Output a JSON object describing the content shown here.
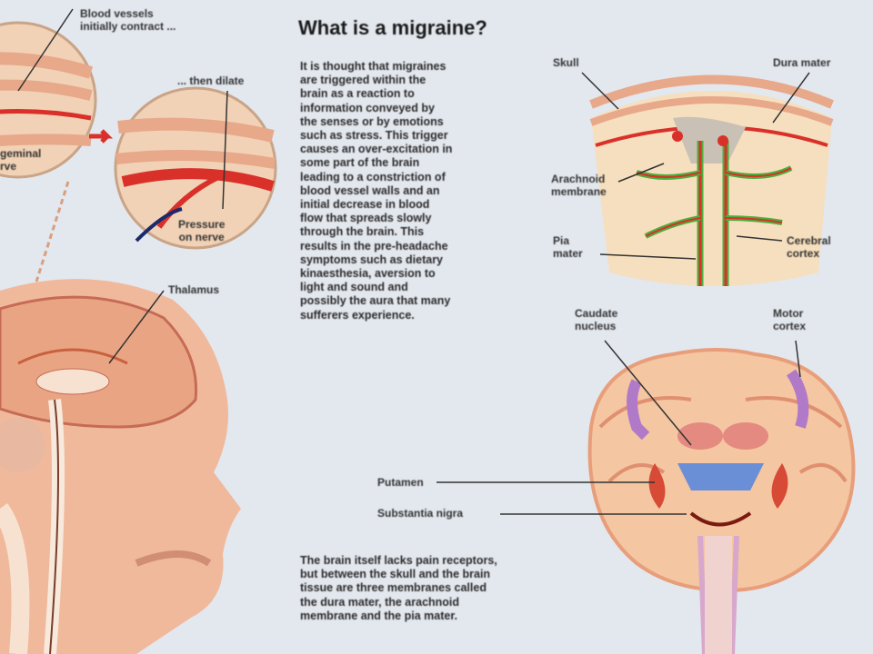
{
  "title": "What is a migraine?",
  "intro_text": "It is thought that migraines\nare triggered within the\nbrain as a reaction to\ninformation conveyed by\nthe senses or by emotions\nsuch as stress. This trigger\ncauses an over-excitation in\nsome part of the brain\nleading to a constriction of\nblood vessel walls and an\ninitial decrease in blood\nflow that spreads slowly\nthrough the brain. This\nresults in the pre-headache\nsymptoms such as dietary\nkinaesthesia, aversion to\nlight and sound and\npossibly the aura that many\nsufferers experience.",
  "membrane_text": "The brain itself lacks pain receptors,\nbut between the skull and the brain\ntissue are three membranes called\nthe dura mater, the arachnoid\nmembrane and the pia mater.",
  "labels": {
    "contract": "Blood vessels\ninitially contract ...",
    "dilate": "... then dilate",
    "trigeminal": "geminal\nrve",
    "pressure": "Pressure\non nerve",
    "thalamus": "Thalamus",
    "skull": "Skull",
    "dura": "Dura mater",
    "arachnoid": "Arachnoid\nmembrane",
    "pia": "Pia\nmater",
    "cortex": "Cerebral\ncortex",
    "caudate": "Caudate\nnucleus",
    "motor": "Motor\ncortex",
    "putamen": "Putamen",
    "nigra": "Substantia nigra"
  },
  "colors": {
    "background": "#e3e7ee",
    "vessel": "#d9302a",
    "tissue": "#f2c9a8",
    "membrane": "#4caf3c",
    "caudate": "#b07ac8",
    "putamen": "#6b8fd6"
  }
}
